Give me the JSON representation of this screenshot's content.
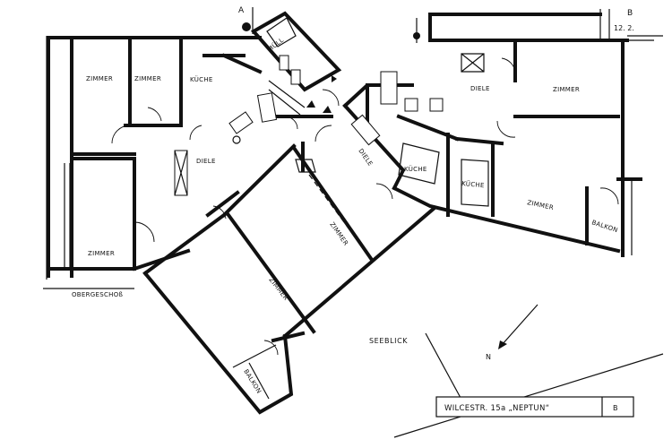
{
  "rooms": {
    "zimmer_1": "ZIMMER",
    "zimmer_2": "ZIMMER",
    "kuche_1": "KÜCHE",
    "muell": "MÜLL",
    "diele_1": "DIELE",
    "zimmer_3": "ZIMMER",
    "zimmer_4": "ZIMMER",
    "zimmer_5": "ZIMMER",
    "balkon_1": "BALKON",
    "diele_2": "DIELE",
    "kuche_2": "KÜCHE",
    "diele_3": "DIELE",
    "zimmer_6": "ZIMMER",
    "kuche_3": "KÜCHE",
    "zimmer_7": "ZIMMER",
    "balkon_2": "BALKON",
    "obergeschoss": "OBERGESCHOß"
  },
  "markers": {
    "section_a": "A",
    "section_b": "B",
    "sheet_ref": "12. 2."
  },
  "orientation": {
    "seeblick": "SEEBLICK",
    "north": "N"
  },
  "title_block": {
    "address": "WILCESTR. 15a „NEPTUN“",
    "block": "B"
  }
}
